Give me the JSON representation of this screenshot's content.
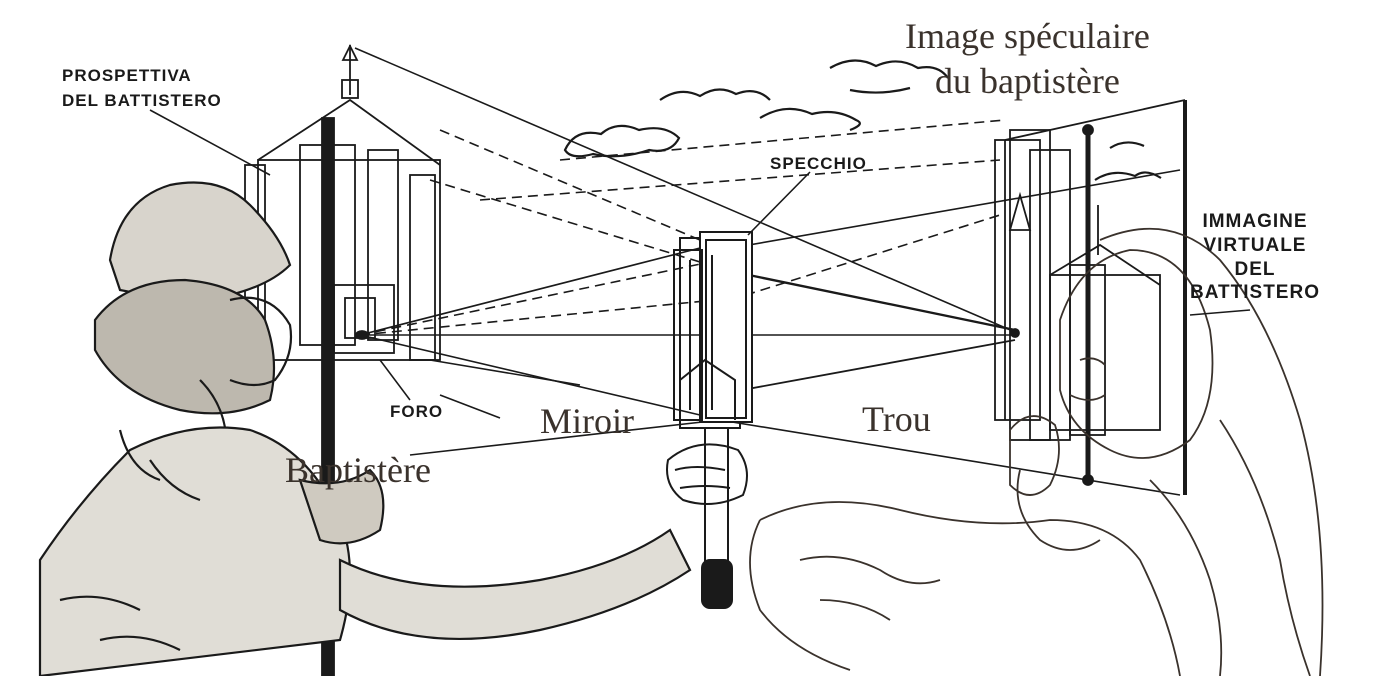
{
  "labels": {
    "prospettiva_line1": "PROSPETTIVA",
    "prospettiva_line2": "DEL BATTISTERO",
    "specchio": "SPECCHIO",
    "foro": "FORO",
    "immagine_line1": "IMMAGINE",
    "immagine_line2": "VIRTUALE",
    "immagine_line3": "DEL",
    "immagine_line4": "BATTISTERO",
    "image_speculaire_line1": "Image spéculaire",
    "image_speculaire_line2": "du baptistère",
    "miroir": "Miroir",
    "trou": "Trou",
    "baptistere": "Baptistère"
  },
  "colors": {
    "ink": "#1a1a1a",
    "overlay": "#4a403a",
    "label_fr": "#3a322c"
  }
}
